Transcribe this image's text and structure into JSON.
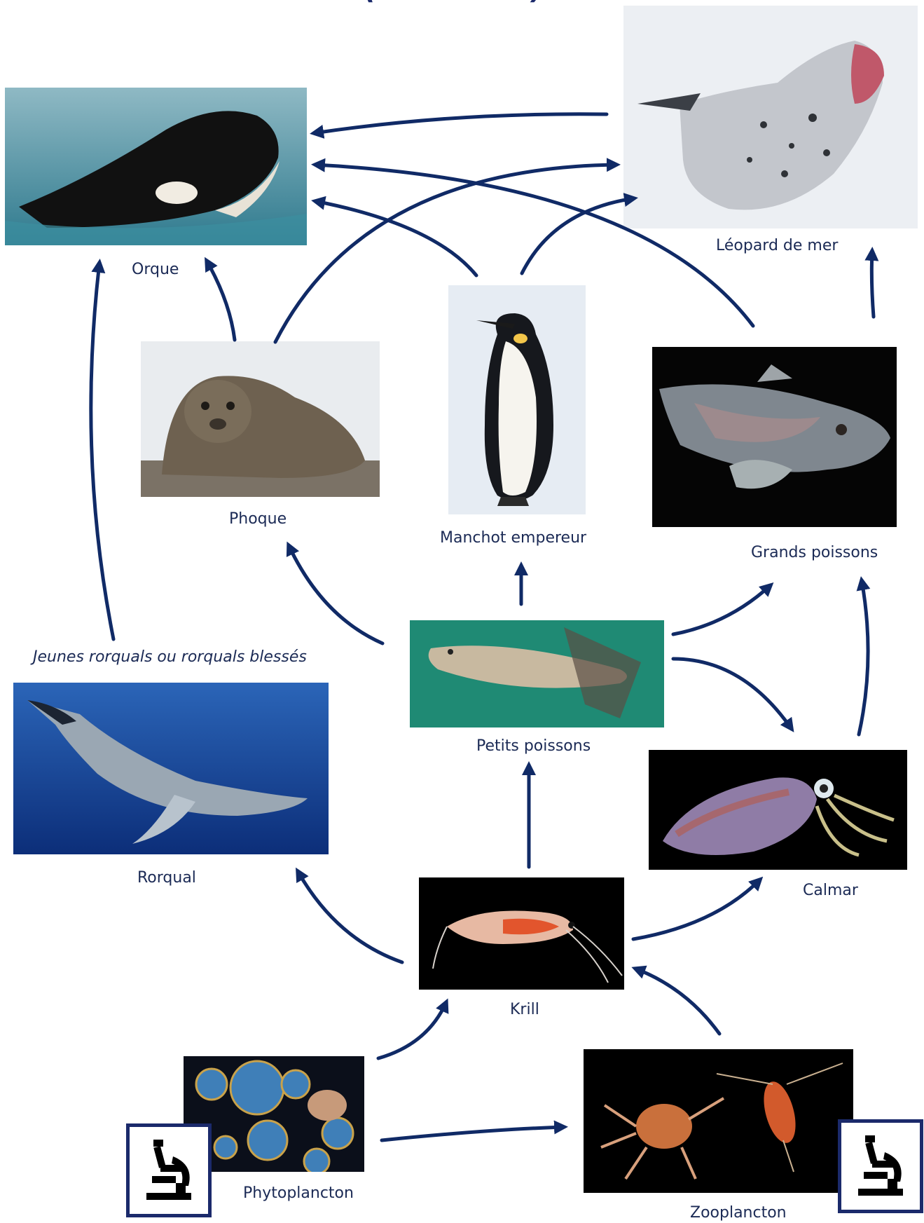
{
  "title": "(Pôle sud)",
  "nodes": {
    "orque": {
      "label": "Orque"
    },
    "leopard": {
      "label": "Léopard de mer"
    },
    "phoque": {
      "label": "Phoque"
    },
    "manchot": {
      "label": "Manchot empereur"
    },
    "grands_poissons": {
      "label": "Grands poissons"
    },
    "petits_poissons": {
      "label": "Petits poissons"
    },
    "rorqual": {
      "label": "Rorqual"
    },
    "rorqual_note": {
      "label": "Jeunes rorquals ou rorquals blessés"
    },
    "calmar": {
      "label": "Calmar"
    },
    "krill": {
      "label": "Krill"
    },
    "phytoplancton": {
      "label": "Phytoplancton"
    },
    "zooplancton": {
      "label": "Zooplancton"
    }
  },
  "edges": [
    [
      "leopard",
      "orque"
    ],
    [
      "phoque",
      "orque"
    ],
    [
      "phoque",
      "leopard"
    ],
    [
      "manchot",
      "orque"
    ],
    [
      "manchot",
      "leopard"
    ],
    [
      "grands_poissons",
      "orque"
    ],
    [
      "grands_poissons",
      "leopard"
    ],
    [
      "rorqual",
      "orque"
    ],
    [
      "petits_poissons",
      "phoque"
    ],
    [
      "petits_poissons",
      "manchot"
    ],
    [
      "petits_poissons",
      "grands_poissons"
    ],
    [
      "petits_poissons",
      "calmar"
    ],
    [
      "calmar",
      "grands_poissons"
    ],
    [
      "krill",
      "petits_poissons"
    ],
    [
      "krill",
      "rorqual"
    ],
    [
      "krill",
      "calmar"
    ],
    [
      "phytoplancton",
      "krill"
    ],
    [
      "phytoplancton",
      "zooplancton"
    ],
    [
      "zooplancton",
      "krill"
    ]
  ],
  "icons": [
    "microscope-icon"
  ],
  "colors": {
    "arrow": "#102a66",
    "label": "#1b2a55"
  }
}
